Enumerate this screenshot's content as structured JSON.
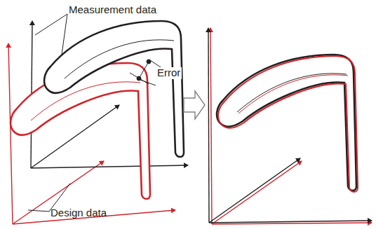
{
  "diagram": {
    "labels": [
      "Measurement data",
      "Error",
      "Design data"
    ]
  }
}
